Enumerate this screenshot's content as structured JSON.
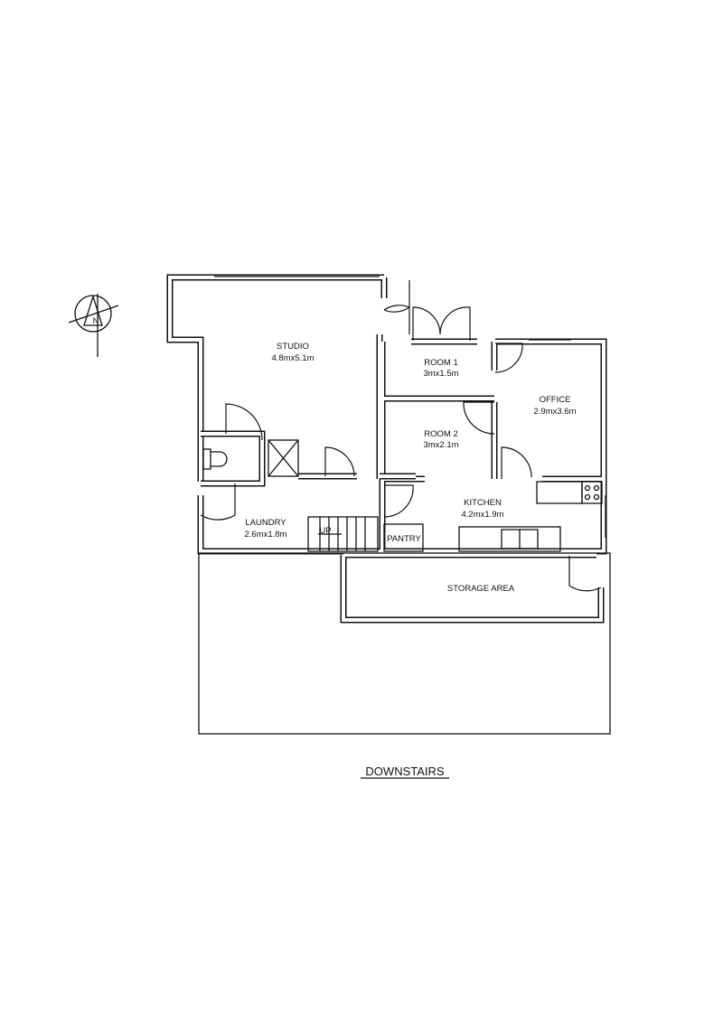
{
  "plan": {
    "title": "DOWNSTAIRS",
    "north_label": "N",
    "rooms": [
      {
        "name": "STUDIO",
        "size": "4.8mx5.1m"
      },
      {
        "name": "ROOM 1",
        "size": "3mx1.5m"
      },
      {
        "name": "ROOM 2",
        "size": "3mx2.1m"
      },
      {
        "name": "OFFICE",
        "size": "2.9mx3.6m"
      },
      {
        "name": "KITCHEN",
        "size": "4.2mx1.9m"
      },
      {
        "name": "LAUNDRY",
        "size": "2.6mx1.8m"
      },
      {
        "name": "PANTRY"
      },
      {
        "name": "STORAGE AREA"
      }
    ],
    "stairs_label": "UP"
  }
}
